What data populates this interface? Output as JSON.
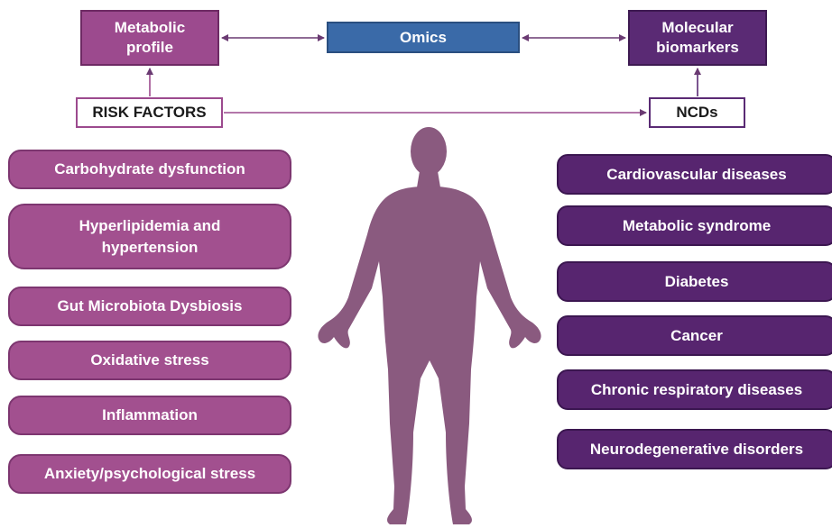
{
  "top": {
    "metabolic_profile": "Metabolic profile",
    "omics": "Omics",
    "molecular_biomarkers": "Molecular biomarkers"
  },
  "risk_factors_label": "RISK FACTORS",
  "ncds_label": "NCDs",
  "risk_factors": [
    "Carbohydrate dysfunction",
    "Hyperlipidemia and hypertension",
    "Gut Microbiota Dysbiosis",
    "Oxidative stress",
    "Inflammation",
    "Anxiety/psychological stress"
  ],
  "ncds": [
    "Cardiovascular diseases",
    "Metabolic syndrome",
    "Diabetes",
    "Cancer",
    "Chronic respiratory diseases",
    "Neurodegenerative disorders"
  ],
  "colors": {
    "risk_fill": "#a2508f",
    "ncd_fill": "#57256f",
    "omics_fill": "#3a6aa8",
    "body_fill": "#8a5a7f"
  }
}
